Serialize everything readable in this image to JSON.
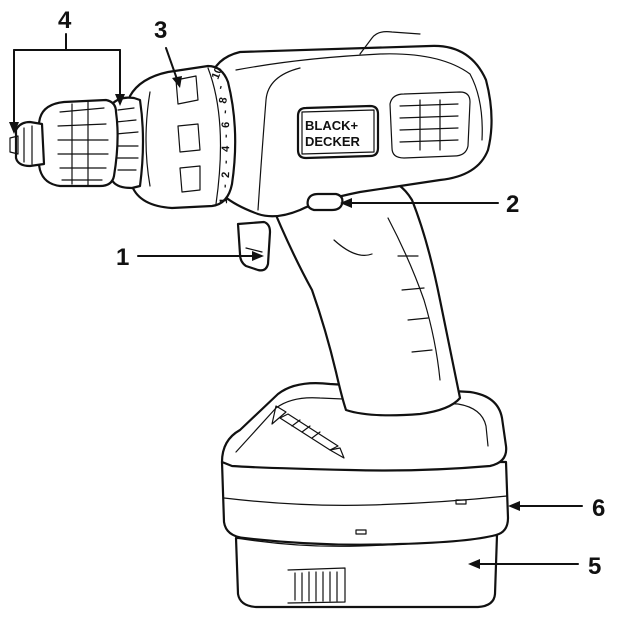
{
  "brand": {
    "line1": "BLACK+",
    "line2": "DECKER"
  },
  "torque_dial": [
    "1",
    "-",
    "2",
    "-",
    "4",
    "-",
    "6",
    "-",
    "8",
    "-",
    "10"
  ],
  "callouts": [
    {
      "label": "1"
    },
    {
      "label": "2"
    },
    {
      "label": "3"
    },
    {
      "label": "4"
    },
    {
      "label": "5"
    },
    {
      "label": "6"
    }
  ]
}
